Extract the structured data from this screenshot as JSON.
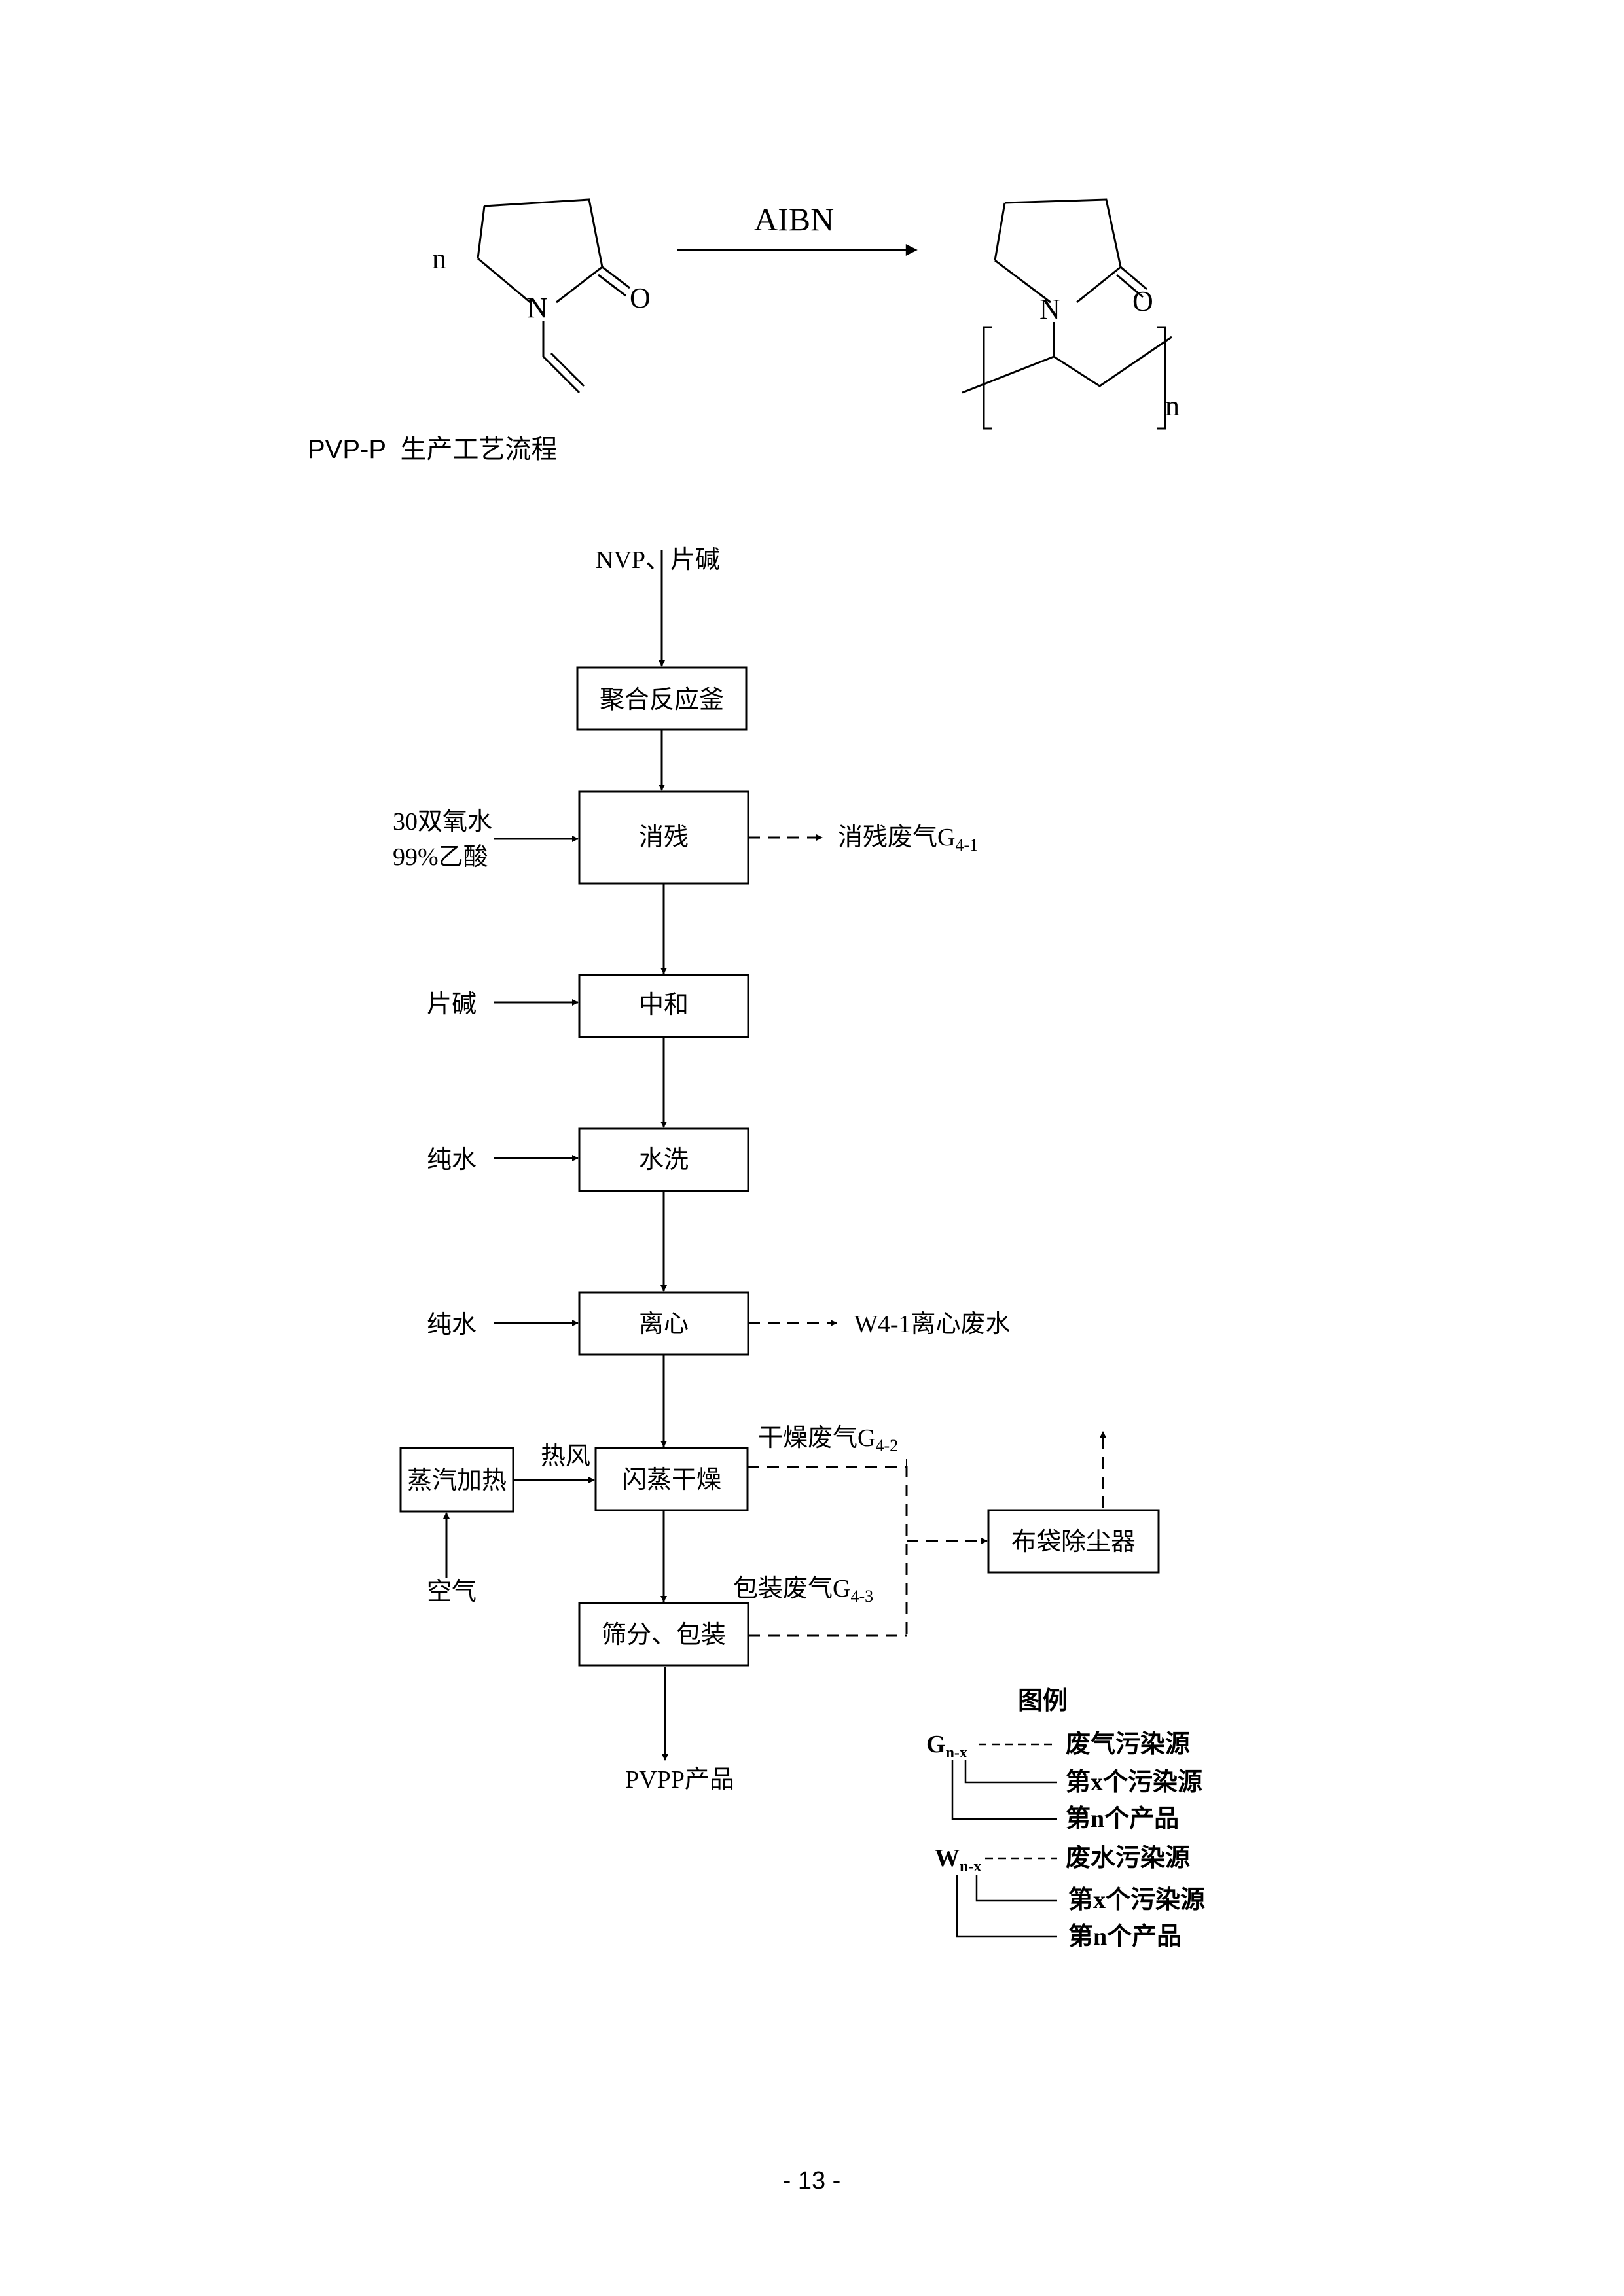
{
  "reaction": {
    "n_left": "n",
    "atom_n_left": "N",
    "atom_o_left": "O",
    "catalyst": "AIBN",
    "atom_n_right": "N",
    "atom_o_right": "O",
    "n_right": "n"
  },
  "section_title": "PVP-P  生产工艺流程",
  "flow": {
    "input_top": "NVP、片碱",
    "box_polymerization": "聚合反应釜",
    "input_residue_1": "30双氧水",
    "input_residue_2": "99%乙酸",
    "box_residue": "消残",
    "output_residue_gas": "消残废气G",
    "output_residue_gas_sub": "4-1",
    "input_neutral": "片碱",
    "box_neutral": "中和",
    "input_wash": "纯水",
    "box_wash": "水洗",
    "input_centrifuge": "纯水",
    "box_centrifuge": "离心",
    "output_centrifuge_water": "W4-1离心废水",
    "box_steam": "蒸汽加热",
    "label_hot_air": "热风",
    "box_flash_dry": "闪蒸干燥",
    "output_dry_gas": "干燥废气G",
    "output_dry_gas_sub": "4-2",
    "input_air": "空气",
    "box_bag_filter": "布袋除尘器",
    "output_pack_gas": "包装废气G",
    "output_pack_gas_sub": "4-3",
    "box_sieve_pack": "筛分、包装",
    "output_product": "PVPP产品"
  },
  "legend": {
    "title": "图例",
    "g_symbol": "G",
    "g_sub": "n-x",
    "g_desc": "废气污染源",
    "g_x_desc": "第x个污染源",
    "g_n_desc": "第n个产品",
    "w_symbol": "W",
    "w_sub": "n-x",
    "w_desc": "废水污染源",
    "w_x_desc": "第x个污染源",
    "w_n_desc": "第n个产品"
  },
  "page_number": "- 13 -"
}
